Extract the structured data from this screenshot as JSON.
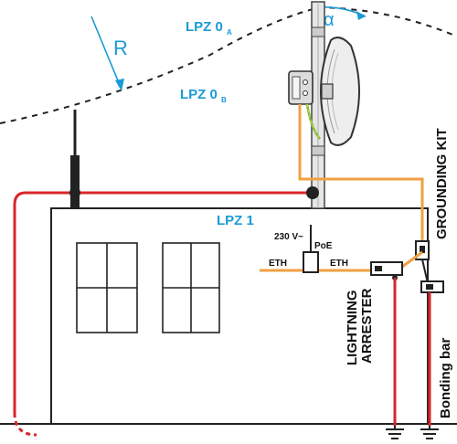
{
  "labels": {
    "radius": "R",
    "angle": "α",
    "zone_0a": "LPZ 0",
    "zone_0a_sub": "A",
    "zone_0b": "LPZ 0",
    "zone_0b_sub": "B",
    "zone_1": "LPZ 1",
    "voltage": "230 V~",
    "poe": "PoE",
    "eth_left": "ETH",
    "eth_right": "ETH",
    "arrester_line1": "LIGHTNING",
    "arrester_line2": "ARRESTER",
    "grounding_kit": "GROUNDING KIT",
    "bonding_bar": "Bonding bar"
  },
  "colors": {
    "zone_text": "#1a9ad6",
    "down_conductor": "#d9262b",
    "ethernet_cable": "#f0a040",
    "ground_wire": "#7cbd3a",
    "building_outline": "#222222",
    "window_fill": "#ffffff"
  }
}
